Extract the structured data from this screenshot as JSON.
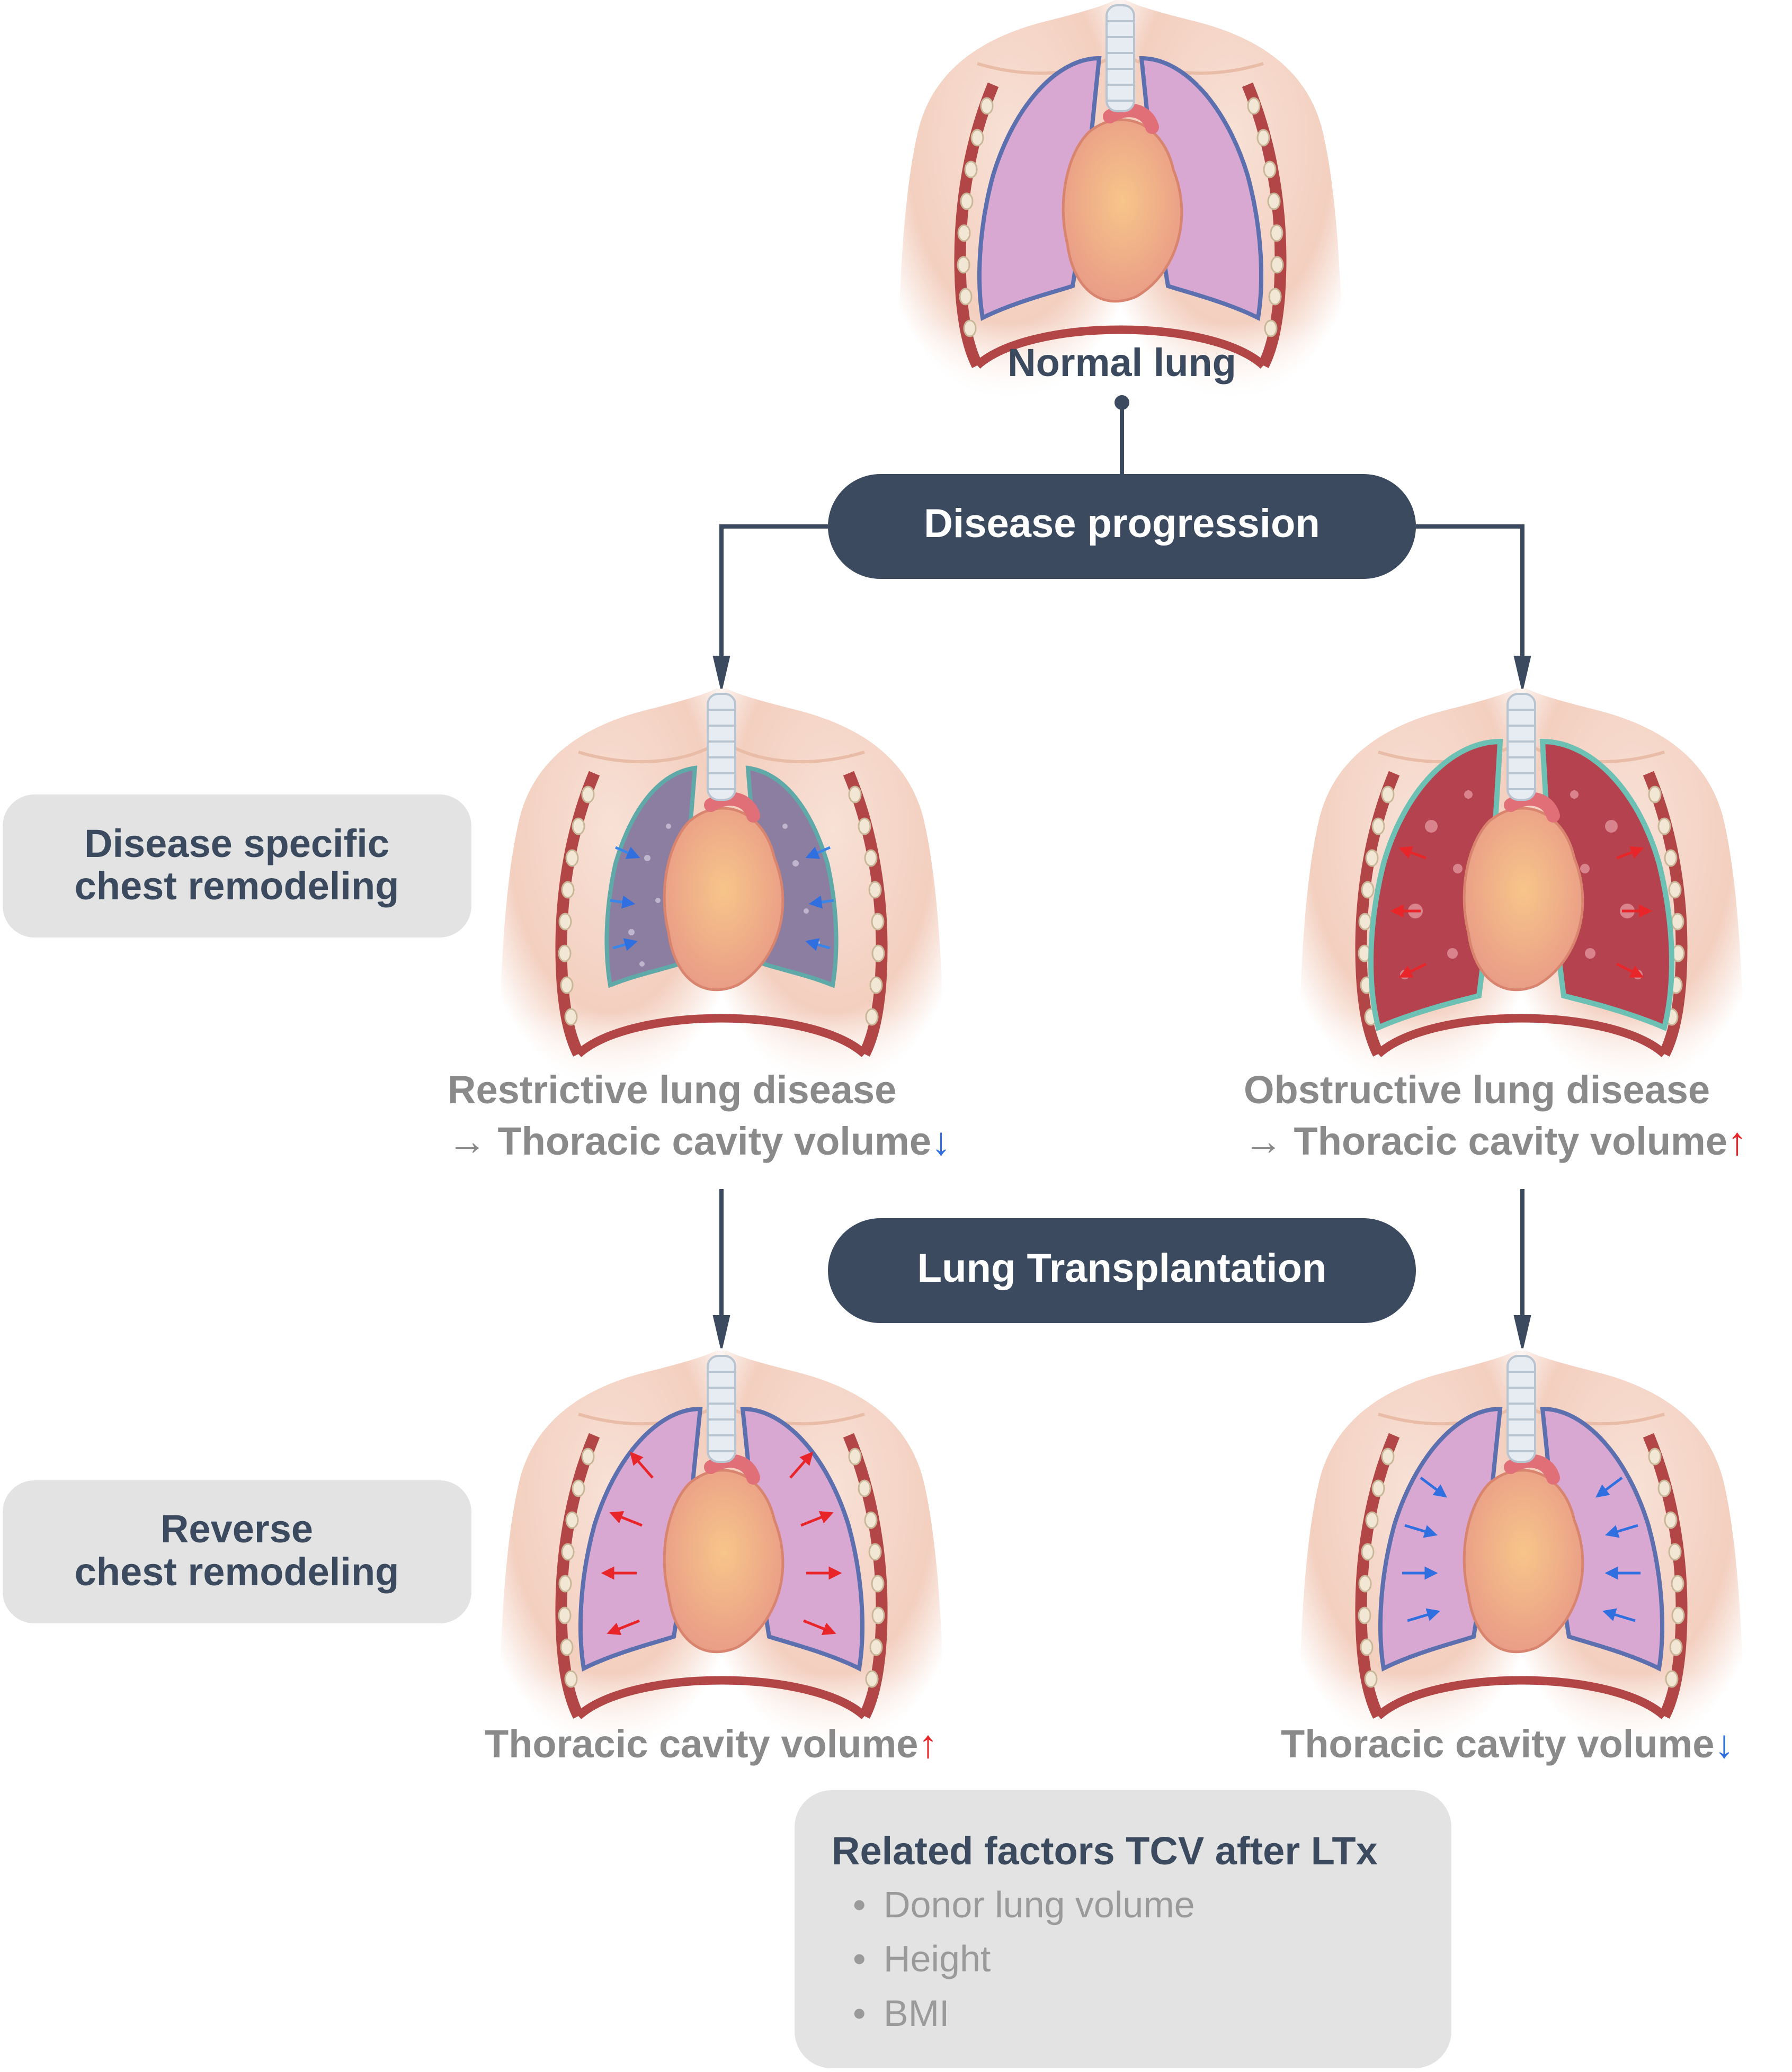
{
  "top": {
    "label": "Normal lung"
  },
  "pills": {
    "progression": "Disease progression",
    "transplant": "Lung Transplantation"
  },
  "side_boxes": {
    "remodeling": [
      "Disease specific",
      "chest remodeling"
    ],
    "reverse": [
      "Reverse",
      "chest remodeling"
    ]
  },
  "middle": {
    "restrictive": {
      "line1": "Restrictive lung disease",
      "line2": "→ Thoracic cavity volume",
      "arrow": "↓"
    },
    "obstructive": {
      "line1": "Obstructive lung disease",
      "line2": "→ Thoracic cavity volume",
      "arrow": "↑"
    }
  },
  "bottom": {
    "left": {
      "text": "Thoracic cavity volume",
      "arrow": "↑"
    },
    "right": {
      "text": "Thoracic cavity volume",
      "arrow": "↓"
    }
  },
  "factors": {
    "title": "Related factors TCV after LTx",
    "items": [
      "Donor lung volume",
      "Height",
      "BMI"
    ]
  },
  "colors": {
    "navy": "#3b4a5e",
    "gray_box": "#e3e3e3",
    "label_gray": "#8a8a8a",
    "up_red": "#e8262a",
    "down_blue": "#2f6fe0",
    "lung_pink": "#d4a3cc",
    "lung_restrictive": "#8c7ea0",
    "lung_obstructive": "#b5424f",
    "skin": "#f5d6c8"
  }
}
